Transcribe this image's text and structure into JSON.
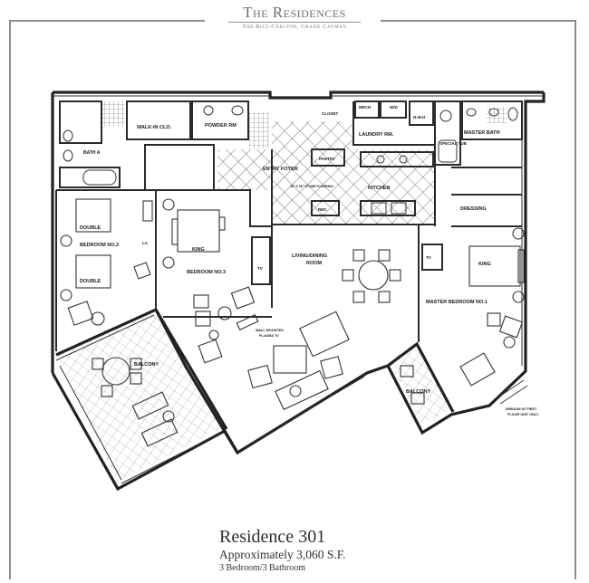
{
  "brand": {
    "title": "The Residences",
    "subtitle": "The Ritz-Carlton, Grand Cayman"
  },
  "rooms": {
    "walk_in_closet": "WALK-IN CLO.",
    "powder_rm": "POWDER RM",
    "bath_a": "BATH A",
    "closet": "CLOSET",
    "mech": "MECH",
    "wd": "W/D",
    "hwh": "H.W.H",
    "laundry_rm": "LAUNDRY RM.",
    "master_bath": "MASTER BATH",
    "special_tub": "SPECIAL TUB",
    "pantry": "PANTRY",
    "entry_foyer": "ENTRY FOYER",
    "stone_flooring": "18\" X 18\" STONE FLOORING",
    "kitchen": "KITCHEN",
    "ref": "REF.",
    "dressing": "DRESSING",
    "double_top": "DOUBLE",
    "bedroom_2": "BEDROOM NO.2",
    "double_bottom": "DOUBLE",
    "la": "LA",
    "king_bed3": "KING",
    "bedroom_3": "BEDROOM NO.3",
    "tv_bed3": "TV",
    "living_dining": "LIVING/DINING",
    "living_dining_2": "ROOM",
    "tv_master": "TV",
    "king_master": "KING",
    "master_bedroom_1": "MASTER BEDROOM NO.1",
    "wall_tv_1": "WALL MOUNTED",
    "wall_tv_2": "PLASMA TV",
    "balcony_left": "BALCONY",
    "balcony_right": "BALCONY",
    "window_note_1": "WINDOW AT FIRST",
    "window_note_2": "FLOOR UNIT ONLY"
  },
  "footer": {
    "residence": "Residence 301",
    "area": "Approximately 3,060 S.F.",
    "rooms": "3 Bedroom/3 Bathroom"
  }
}
